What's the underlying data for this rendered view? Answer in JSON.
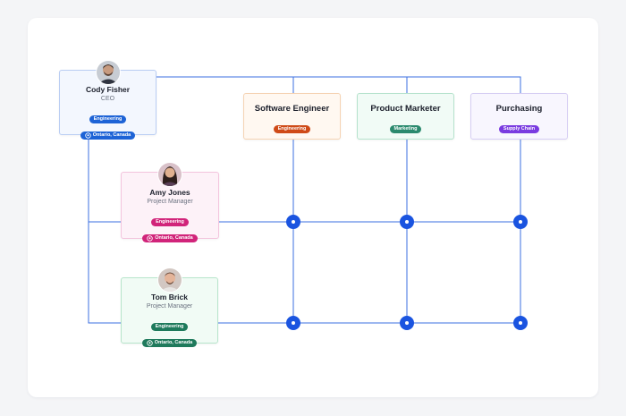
{
  "colors": {
    "line": "#2a63dc",
    "dot": "#1a54e0",
    "engineering": "#1d63d6",
    "marketing": "#2b8a6e",
    "supply_chain": "#7a3be0",
    "pink": "#d1247a",
    "green": "#1f7a5c",
    "orange": "#cf4a17"
  },
  "people": [
    {
      "name": "Cody Fisher",
      "role": "CEO",
      "department": "Engineering",
      "location": "Ontario, Canada"
    },
    {
      "name": "Amy Jones",
      "role": "Project Manager",
      "department": "Engineering",
      "location": "Ontario, Canada"
    },
    {
      "name": "Tom Brick",
      "role": "Project Manager",
      "department": "Engineering",
      "location": "Ontario, Canada"
    }
  ],
  "departments": [
    {
      "title": "Software Engineer",
      "tag": "Engineering"
    },
    {
      "title": "Product Marketer",
      "tag": "Marketing"
    },
    {
      "title": "Purchasing",
      "tag": "Supply Chain"
    }
  ],
  "icons": {
    "location": "map-pin-icon",
    "avatar": "person-photo-icon"
  }
}
